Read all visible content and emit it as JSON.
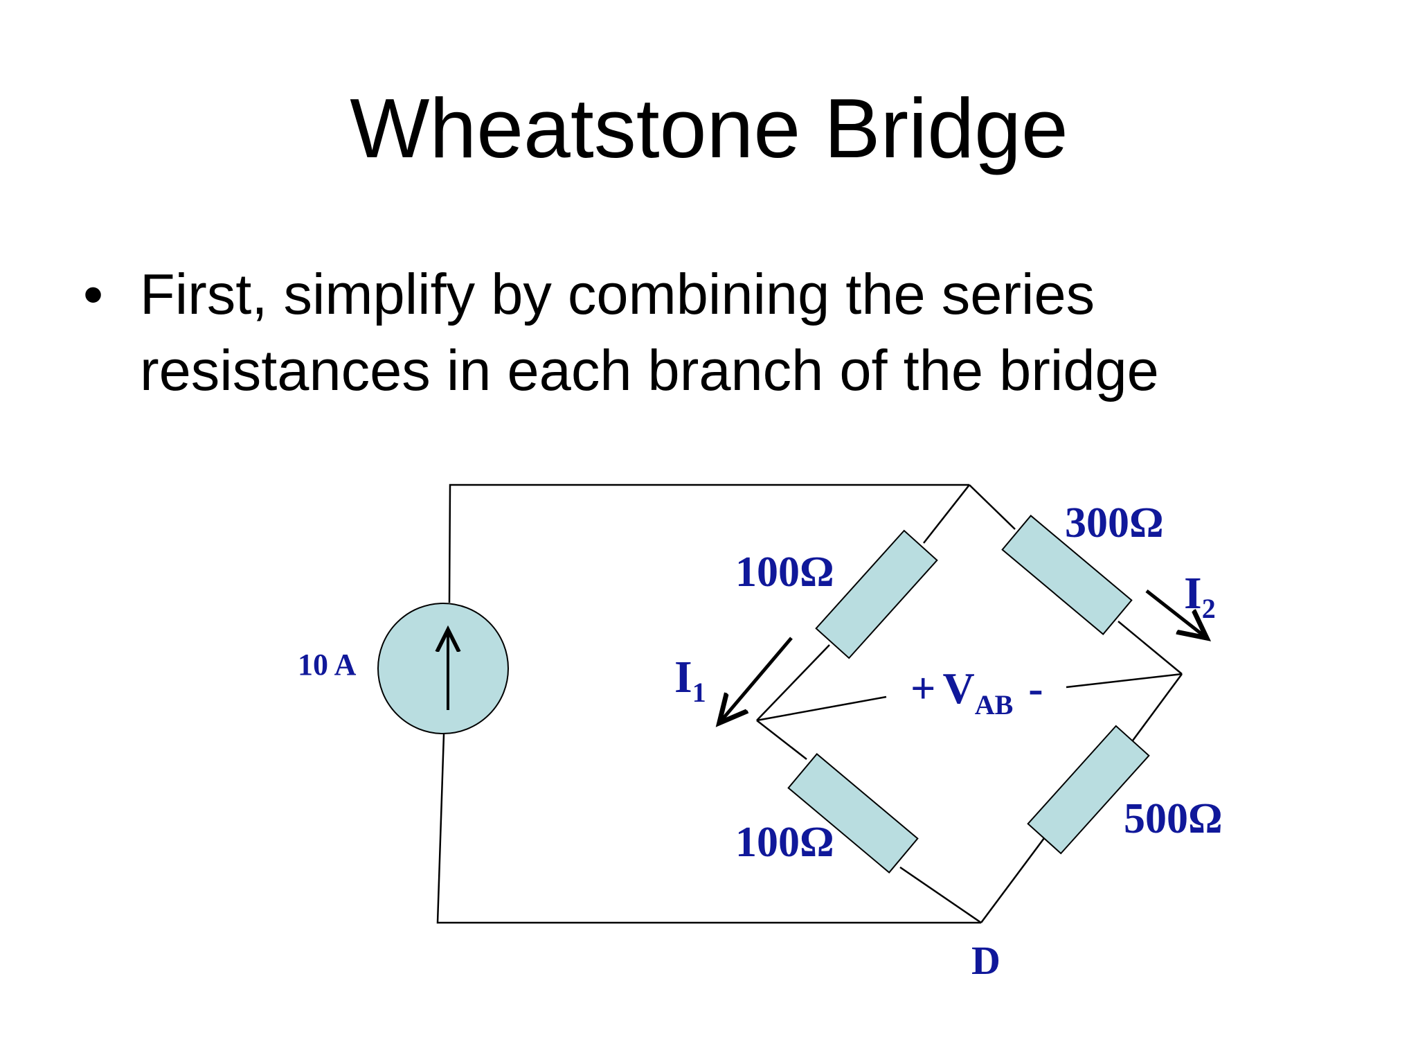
{
  "slide": {
    "title": "Wheatstone Bridge",
    "bullets": [
      {
        "marker": "•",
        "line1": "First, simplify by combining the series",
        "line2": "resistances in each branch of the bridge"
      }
    ]
  },
  "circuit": {
    "source_label": "10 A",
    "resistor_top_left_label": "100Ω",
    "resistor_bottom_left_label": "100Ω",
    "resistor_top_right_label": "300Ω",
    "resistor_bottom_right_label": "500Ω",
    "current_1": {
      "main": "I",
      "sub": "1"
    },
    "current_2": {
      "main": "I",
      "sub": "2"
    },
    "voltage": {
      "plus": "+",
      "main": "V",
      "sub": "AB",
      "minus": "-"
    },
    "node_d_label": "D",
    "colors": {
      "resistor_fill": "#b9dde0",
      "source_fill": "#b9dde0",
      "label_color": "#10189a",
      "wire_color": "#000000"
    }
  }
}
